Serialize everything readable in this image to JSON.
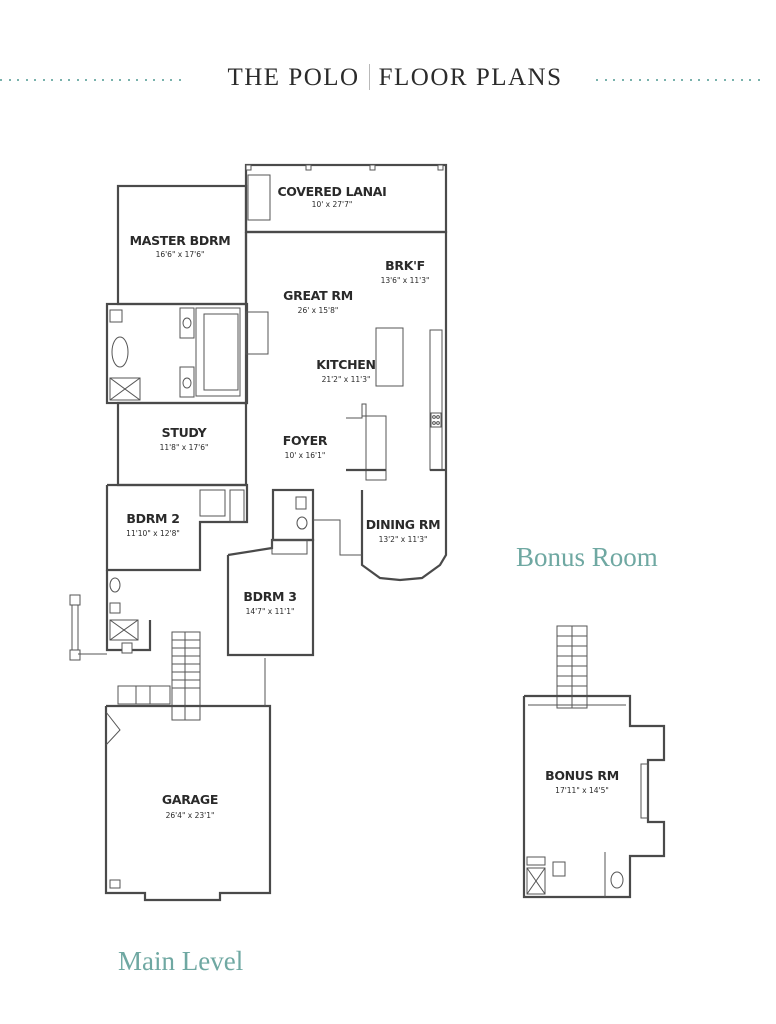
{
  "header": {
    "title_left": "THE POLO",
    "title_right": "FLOOR PLANS",
    "accent_color": "#4e9a92"
  },
  "levels": {
    "main": {
      "label": "Main Level",
      "rooms": [
        {
          "id": "covered-lanai",
          "name": "COVERED LANAI",
          "dims": "10' x 27'7\""
        },
        {
          "id": "master-bdrm",
          "name": "MASTER BDRM",
          "dims": "16'6\" x 17'6\""
        },
        {
          "id": "brkf",
          "name": "BRK'F",
          "dims": "13'6\" x 11'3\""
        },
        {
          "id": "great-rm",
          "name": "GREAT RM",
          "dims": "26' x 15'8\""
        },
        {
          "id": "kitchen",
          "name": "KITCHEN",
          "dims": "21'2\" x 11'3\""
        },
        {
          "id": "study",
          "name": "STUDY",
          "dims": "11'8\" x 17'6\""
        },
        {
          "id": "foyer",
          "name": "FOYER",
          "dims": "10' x 16'1\""
        },
        {
          "id": "bdrm-2",
          "name": "BDRM 2",
          "dims": "11'10\" x 12'8\""
        },
        {
          "id": "dining-rm",
          "name": "DINING RM",
          "dims": "13'2\" x 11'3\""
        },
        {
          "id": "bdrm-3",
          "name": "BDRM 3",
          "dims": "14'7\" x 11'1\""
        },
        {
          "id": "garage",
          "name": "GARAGE",
          "dims": "26'4\" x 23'1\""
        }
      ]
    },
    "bonus": {
      "label": "Bonus Room",
      "rooms": [
        {
          "id": "bonus-rm",
          "name": "BONUS RM",
          "dims": "17'11\" x 14'5\""
        }
      ]
    }
  },
  "colors": {
    "heading_text": "#2b2b2b",
    "level_label": "#6fa8a2",
    "wall": "#4a4a4a"
  }
}
